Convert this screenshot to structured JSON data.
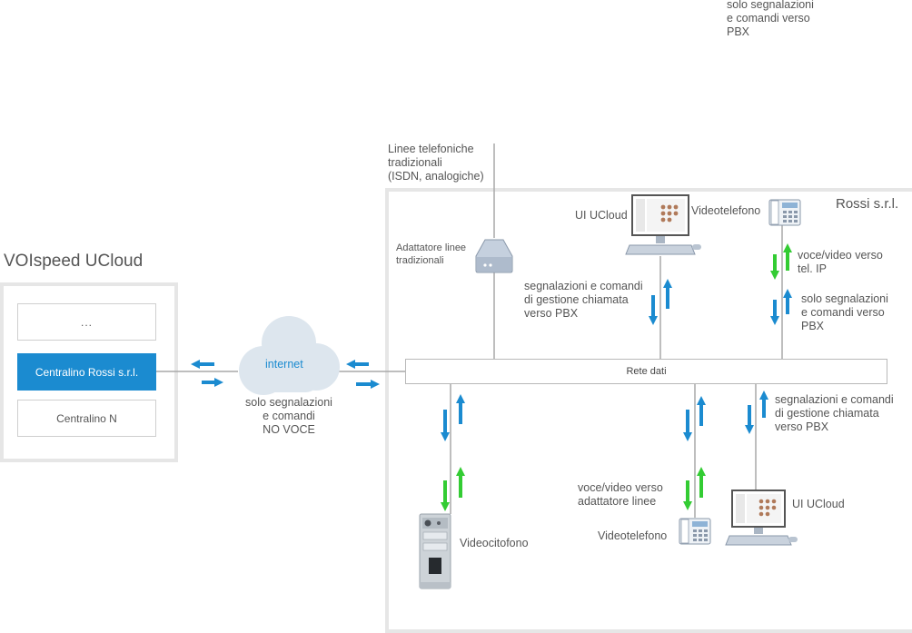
{
  "ucloud": {
    "title": "VOIspeed UCloud",
    "items": [
      "...",
      "Centralino Rossi s.r.l.",
      "Centralino N"
    ]
  },
  "internet": {
    "label": "internet",
    "note": [
      "solo segnalazioni",
      "e comandi",
      "NO VOCE"
    ]
  },
  "company": {
    "title": "Rossi s.r.l."
  },
  "lines": {
    "label": [
      "Linee telefoniche",
      "tradizionali",
      "(ISDN, analogiche)"
    ]
  },
  "adapter": {
    "label": [
      "Adattatore linee",
      "tradizionali"
    ]
  },
  "network": {
    "label": "Rete dati"
  },
  "top_pc": {
    "label": "UI UCloud",
    "note": [
      "segnalazioni e comandi",
      "di gestione chiamata",
      "verso PBX"
    ]
  },
  "top_phone": {
    "label": "Videotelefono",
    "voice_note": [
      "voce/video verso",
      "tel. IP"
    ],
    "signal_note": [
      "solo segnalazioni",
      "e comandi verso",
      "PBX"
    ]
  },
  "top_corner_note": [
    "solo segnalazioni",
    "e comandi verso",
    "PBX"
  ],
  "doorphone": {
    "label": "Videocitofono"
  },
  "bottom_phone": {
    "label": "Videotelefono",
    "voice_note": [
      "voce/video verso",
      "adattatore linee"
    ]
  },
  "bottom_pc": {
    "label": "UI UCloud",
    "note": [
      "segnalazioni e comandi",
      "di gestione chiamata",
      "verso PBX"
    ]
  },
  "colors": {
    "accent_blue": "#1b8bd0",
    "arrow_green": "#33cc33",
    "line_gray": "#a8a8a8",
    "panel_gray": "#e6e6e6"
  }
}
